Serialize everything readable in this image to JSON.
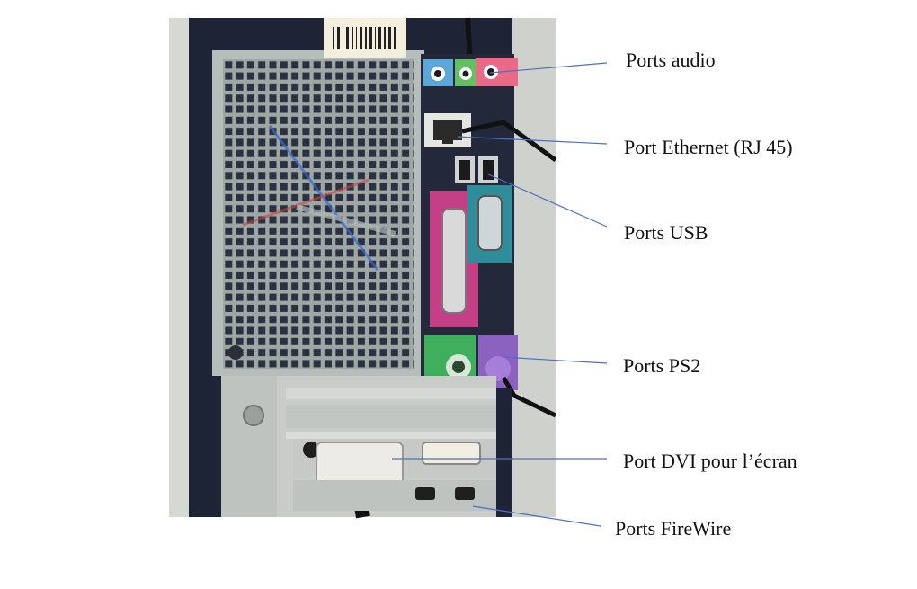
{
  "colors": {
    "leader_line": "#4a72c4",
    "case_dark": "#1e2436",
    "panel_grey": "#c9ccc9",
    "audio_blue": "#5aa7d8",
    "audio_green": "#63c163",
    "audio_pink": "#e86a86",
    "parallel_magenta": "#c43f86",
    "serial_teal": "#2f8d9b",
    "ps2_green": "#3fae5d",
    "ps2_purple": "#8b62c0"
  },
  "labels": [
    {
      "id": "audio",
      "text": "Ports audio"
    },
    {
      "id": "ethernet",
      "text": "Port Ethernet (RJ 45)"
    },
    {
      "id": "usb",
      "text": "Ports USB"
    },
    {
      "id": "ps2",
      "text": "Ports PS2"
    },
    {
      "id": "dvi",
      "text": "Port DVI pour l’écran"
    },
    {
      "id": "firewire",
      "text": "Ports FireWire"
    }
  ]
}
